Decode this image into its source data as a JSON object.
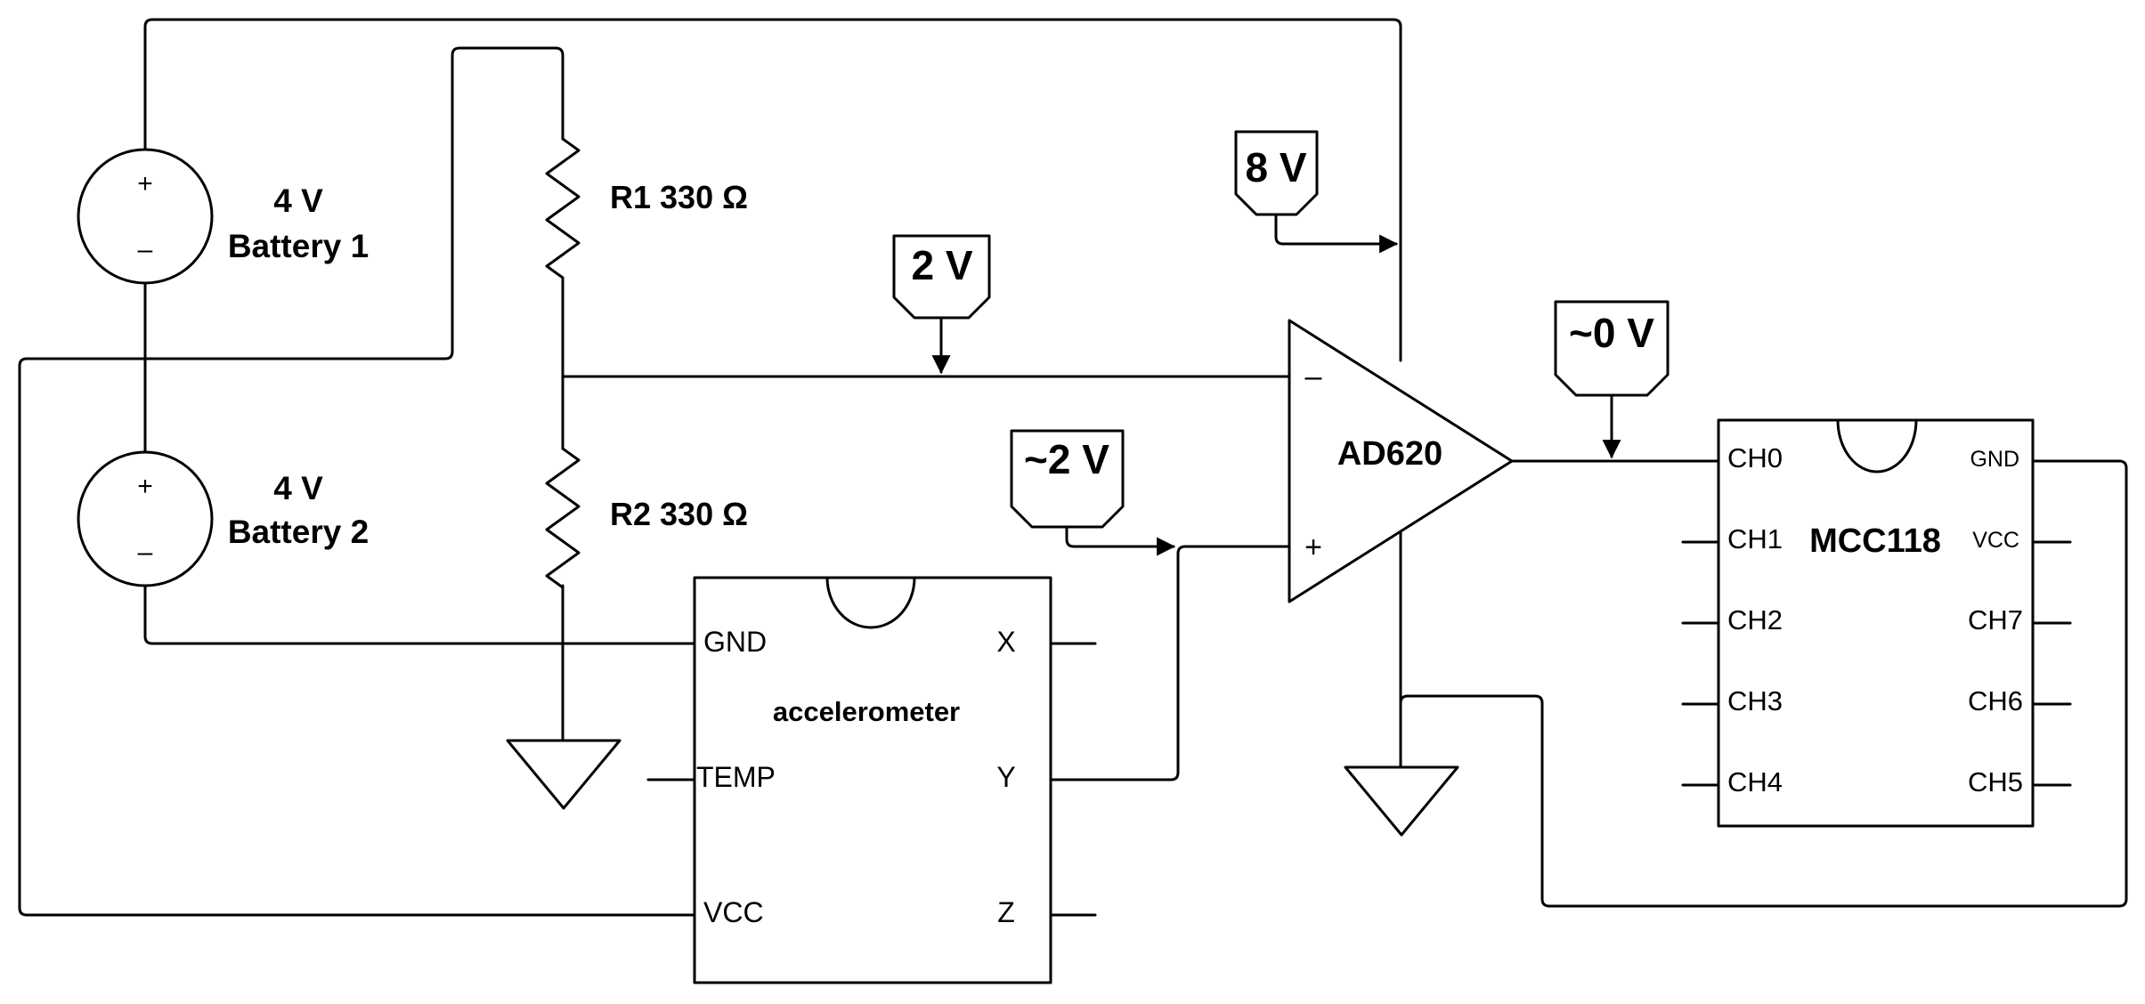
{
  "batteries": [
    {
      "voltage": "4 V",
      "name": "Battery 1",
      "plus": "+",
      "minus": "–"
    },
    {
      "voltage": "4 V",
      "name": "Battery 2",
      "plus": "+",
      "minus": "–"
    }
  ],
  "resistors": [
    {
      "label": "R1 330 Ω"
    },
    {
      "label": "R2 330 Ω"
    }
  ],
  "amplifier": {
    "name": "AD620",
    "inv": "–",
    "noninv": "+"
  },
  "probes": [
    {
      "value": "8 V"
    },
    {
      "value": "2 V"
    },
    {
      "value": "~2 V"
    },
    {
      "value": "~0 V"
    }
  ],
  "accelerometer": {
    "name": "accelerometer",
    "left_pins": [
      "GND",
      "TEMP",
      "VCC"
    ],
    "right_pins": [
      "X",
      "Y",
      "Z"
    ]
  },
  "daq": {
    "name": "MCC118",
    "left_pins": [
      "CH0",
      "CH1",
      "CH2",
      "CH3",
      "CH4"
    ],
    "right_pins": [
      "GND",
      "VCC",
      "CH7",
      "CH6",
      "CH5"
    ]
  }
}
